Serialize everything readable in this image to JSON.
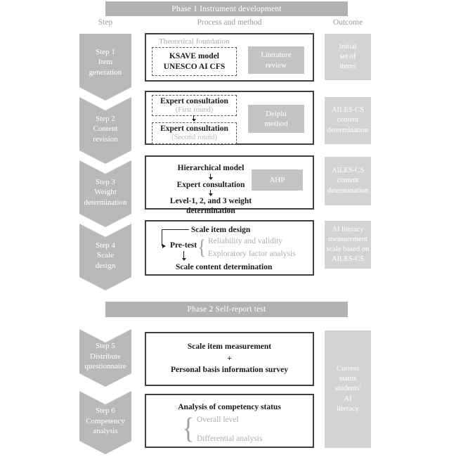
{
  "phase1": {
    "title": "Phase 1 Instrument development"
  },
  "phase2": {
    "title": "Phase 2 Self-report test"
  },
  "headers": {
    "step": "Step",
    "process": "Process and method",
    "outcome": "Outcome"
  },
  "steps": [
    {
      "lines": [
        "Step 1",
        "Item",
        "generation"
      ]
    },
    {
      "lines": [
        "Step 2",
        "Content",
        "revision"
      ]
    },
    {
      "lines": [
        "Step 3",
        "Weight",
        "determination"
      ]
    },
    {
      "lines": [
        "Step 4",
        "Scale",
        "design"
      ]
    },
    {
      "lines": [
        "Step 5",
        "Distribute",
        "questionnaire"
      ]
    },
    {
      "lines": [
        "Step 6",
        "Competency",
        "analysis"
      ]
    }
  ],
  "process": {
    "box1": {
      "label": "Theoretical foundation",
      "dashed_lines": [
        "KSAVE model",
        "UNESCO AI CFS"
      ],
      "method_lines": [
        "Literature",
        "review"
      ]
    },
    "box2": {
      "expert1": "Expert consultation",
      "expert1_sub": "(First round)",
      "expert2": "Expert consultation",
      "expert2_sub": "(Second round)",
      "method_lines": [
        "Delphi",
        "method"
      ]
    },
    "box3": {
      "line1": "Hierarchical model",
      "line2": "Expert consultation",
      "line3": "Level-1, 2, and 3 weight determination",
      "method": "AHP"
    },
    "box4": {
      "top": "Scale item design",
      "pretest": "Pre-test",
      "brace": "{",
      "brace_top": "Reliability and validity",
      "brace_bottom": "Exploratory factor analysis",
      "bottom": "Scale content determination"
    },
    "box5": {
      "line1": "Scale item measurement",
      "plus": "+",
      "line2": "Personal basis information survey"
    },
    "box6": {
      "title": "Analysis of competency status",
      "brace": "{",
      "brace_top": "Overall level",
      "brace_bottom": "Differential analysis"
    }
  },
  "outcomes": [
    {
      "lines": [
        "Initial",
        "set of",
        "items"
      ]
    },
    {
      "lines": [
        "AILES-CS",
        "content",
        "determination"
      ]
    },
    {
      "lines": [
        "AILES-CS",
        "content",
        "determination"
      ]
    },
    {
      "lines": [
        "AI literacy",
        "measurement",
        "scale based on",
        "AILES-CS"
      ]
    },
    {
      "lines": [
        "Current",
        "status",
        "students'",
        "AI",
        "literacy"
      ]
    }
  ],
  "colors": {
    "banner": "#b2b2b2",
    "chevron": "#b9b9b9",
    "method_box": "#c4c4c4",
    "outcome_box": "#d3d3d3",
    "border_dark": "#3f3f3f",
    "text_white": "#ffffff",
    "text_muted": "#adadad",
    "text_dark": "#1a1a1a"
  }
}
